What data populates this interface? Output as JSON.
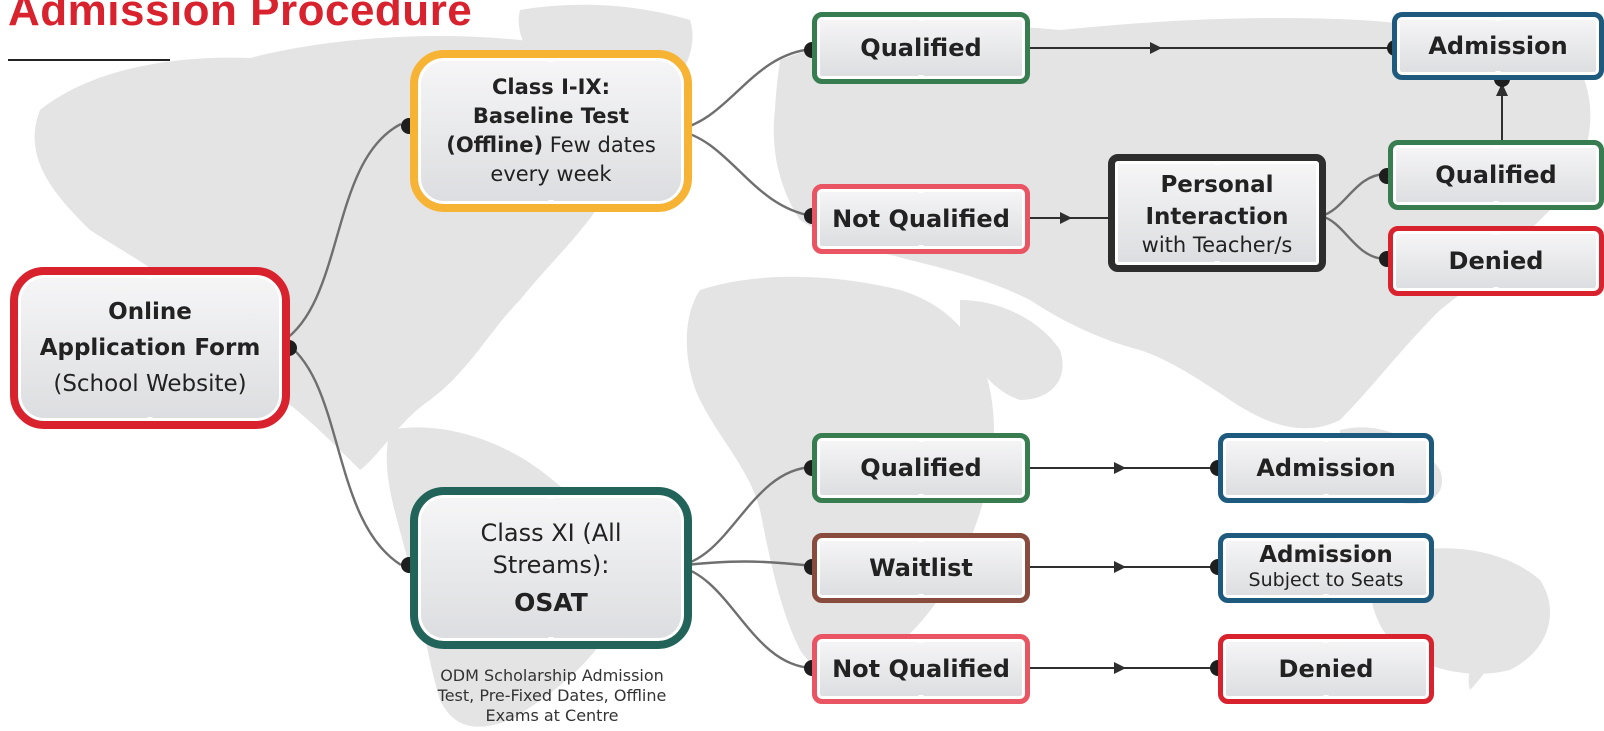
{
  "title": "Admission Procedure",
  "colors": {
    "title_red": "#d8232f",
    "qualified_green": "#377d50",
    "not_qualified_pink": "#ea5564",
    "waitlist_brown": "#8a4b3f",
    "admission_blue": "#1d5a7e",
    "osat_teal": "#22645a",
    "baseline_yellow": "#f7b333",
    "interaction_dark": "#2d2d2d",
    "denied_red": "#d8232f",
    "map_grey": "#e4e4e4"
  },
  "nodes": {
    "online_form": {
      "line1": "Online",
      "line2": "Application Form",
      "line3": "(School Website)"
    },
    "baseline": {
      "line1": "Class I-IX:",
      "line2": "Baseline Test",
      "line3_bold": "(Offline)",
      "line3_rest": " Few dates",
      "line4": "every week"
    },
    "osat": {
      "line1": "Class XI (All",
      "line2": "Streams):",
      "line3": "OSAT"
    },
    "osat_note": {
      "line1": "ODM Scholarship Admission",
      "line2": "Test, Pre-Fixed Dates, Offline",
      "line3": "Exams at Centre"
    },
    "top_qualified": "Qualified",
    "top_not_qualified": "Not Qualified",
    "top_admission": "Admission",
    "personal_interaction": {
      "line1": "Personal",
      "line2": "Interaction",
      "line3": "with Teacher/s"
    },
    "pi_qualified": "Qualified",
    "pi_denied": "Denied",
    "osat_qualified": "Qualified",
    "osat_waitlist": "Waitlist",
    "osat_not_qualified": "Not Qualified",
    "osat_admission": "Admission",
    "osat_admission_seats": {
      "line1": "Admission",
      "line2": "Subject to Seats"
    },
    "osat_denied": "Denied"
  }
}
